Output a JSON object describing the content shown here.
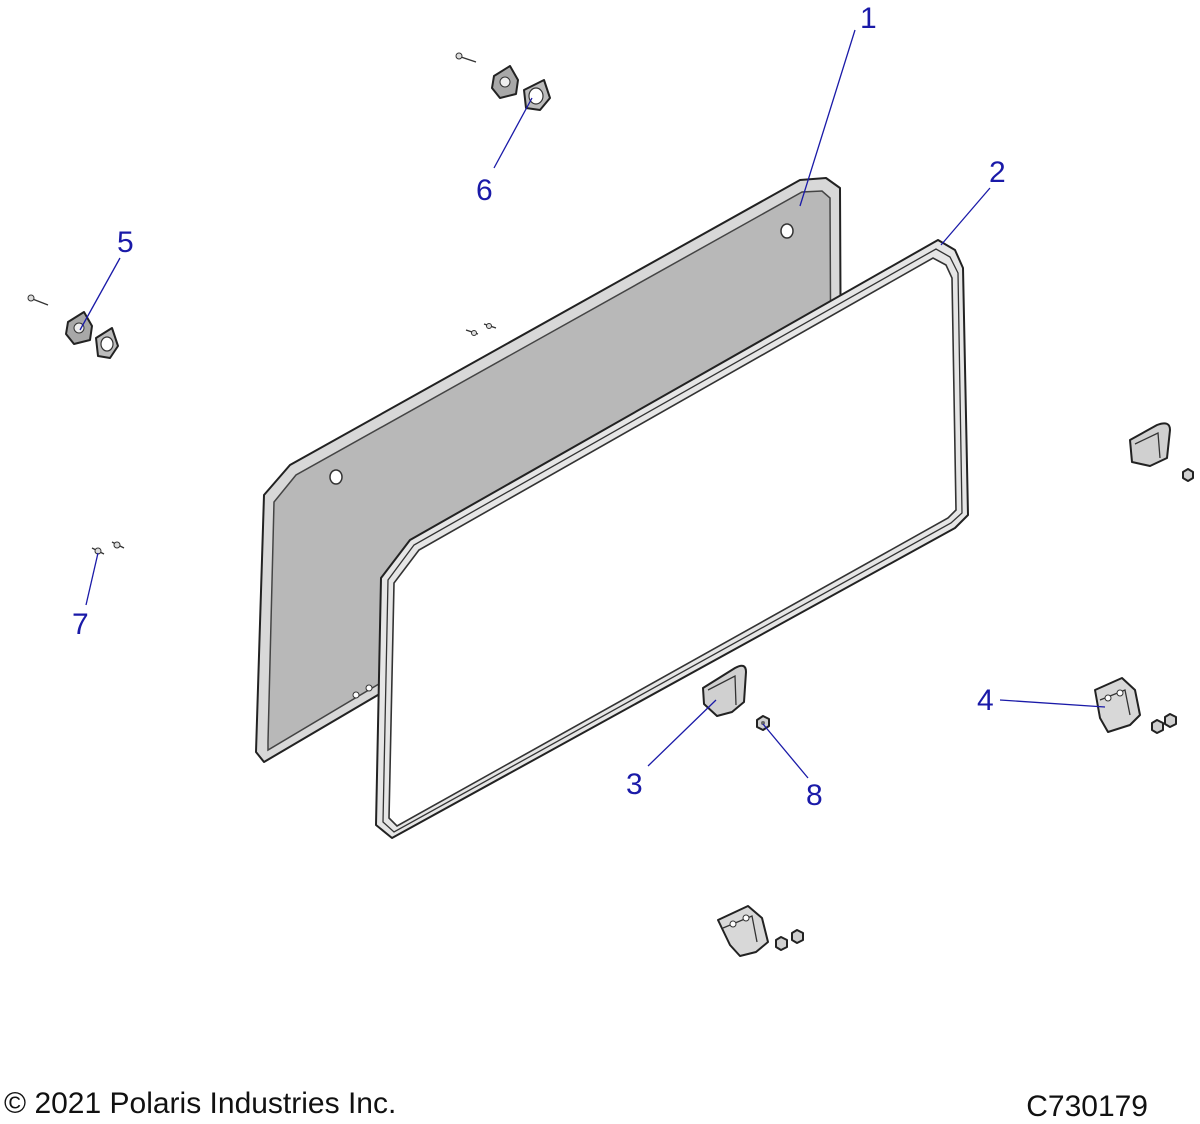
{
  "callouts": [
    "1",
    "2",
    "3",
    "4",
    "5",
    "6",
    "7",
    "8"
  ],
  "footer": {
    "copyright": "© 2021 Polaris Industries Inc.",
    "drawing_number": "C730179"
  },
  "colors": {
    "callout": "#1a1aa8",
    "glass": "#b7b7b7",
    "frame": "#d6d6d6",
    "outline": "#222222"
  }
}
